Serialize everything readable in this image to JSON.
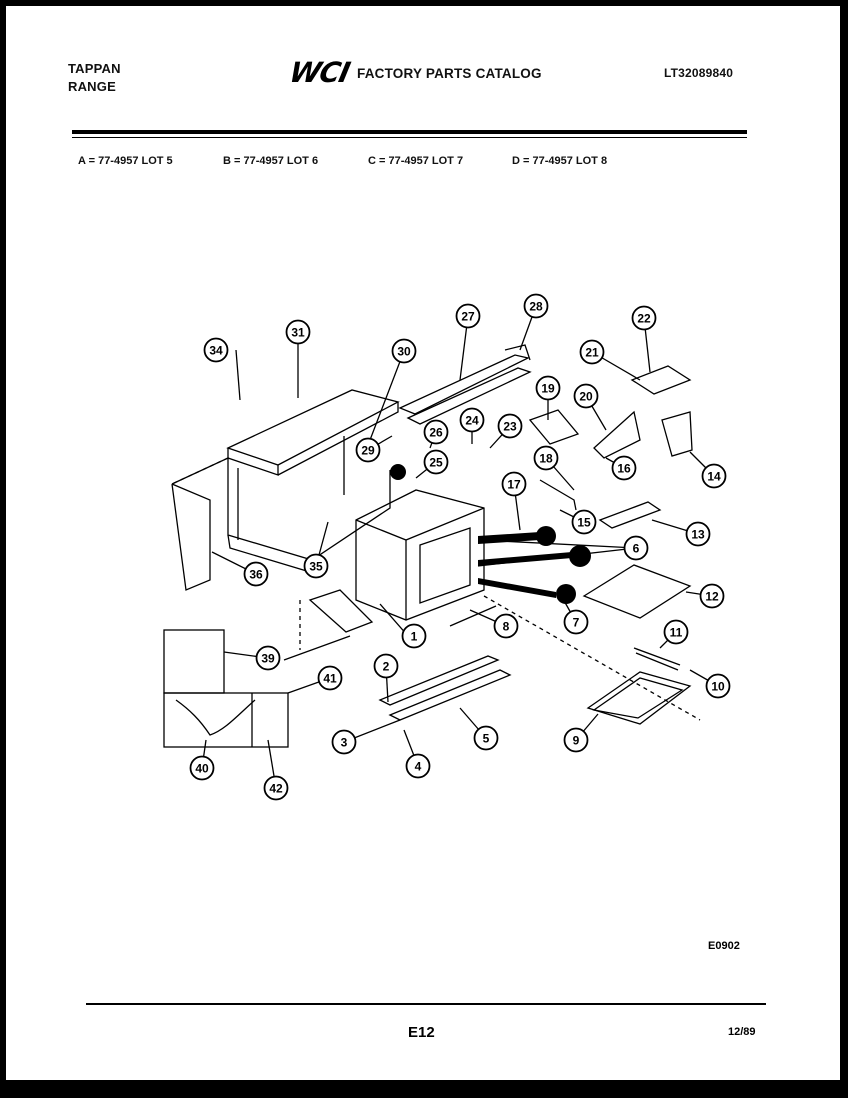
{
  "header": {
    "brand_line1": "TAPPAN",
    "brand_line2": "RANGE",
    "logo": "WCI",
    "catalog_title": "FACTORY PARTS CATALOG",
    "doc_number": "LT32089840"
  },
  "lots": [
    {
      "label": "A = 77-4957 LOT 5"
    },
    {
      "label": "B = 77-4957 LOT 6"
    },
    {
      "label": "C = 77-4957 LOT 7"
    },
    {
      "label": "D = 77-4957  LOT  8"
    }
  ],
  "callouts": [
    "1",
    "2",
    "3",
    "4",
    "5",
    "6",
    "7",
    "8",
    "9",
    "10",
    "11",
    "12",
    "13",
    "14",
    "15",
    "16",
    "17",
    "18",
    "19",
    "20",
    "21",
    "22",
    "23",
    "24",
    "25",
    "26",
    "27",
    "28",
    "29",
    "30",
    "31",
    "34",
    "35",
    "36",
    "39",
    "40",
    "41",
    "42"
  ],
  "footer": {
    "figure_code": "E0902",
    "page": "E12",
    "date": "12/89"
  }
}
